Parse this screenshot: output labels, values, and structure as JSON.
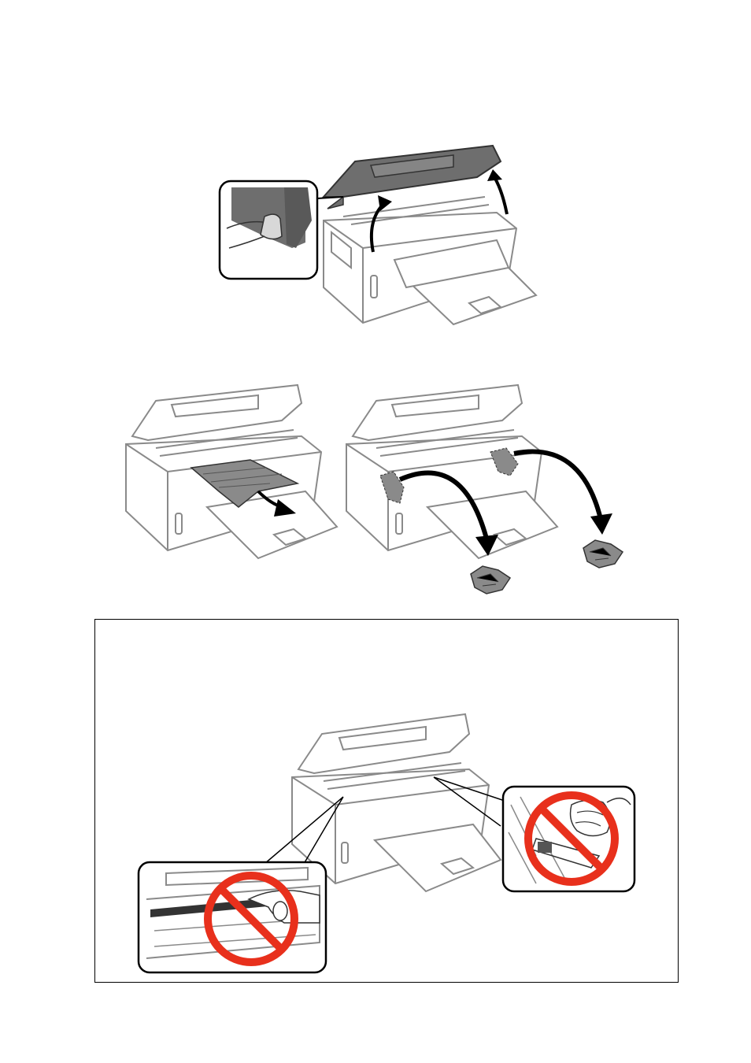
{
  "figures": [
    {
      "id": "open-scanner",
      "icon": "printer-open-scanner-lift-icon"
    },
    {
      "id": "remove-jammed-paper",
      "icon": "printer-pull-out-paper-icon"
    },
    {
      "id": "remove-torn-pieces",
      "icon": "printer-remove-torn-pieces-icon"
    },
    {
      "id": "caution-do-not-touch",
      "icon": "do-not-touch-inside-icon"
    }
  ],
  "colors": {
    "line": "#8a8a8a",
    "dark": "#6e6e6e",
    "arrow": "#000000",
    "prohibit": "#e8301c",
    "frame": "#000000"
  }
}
